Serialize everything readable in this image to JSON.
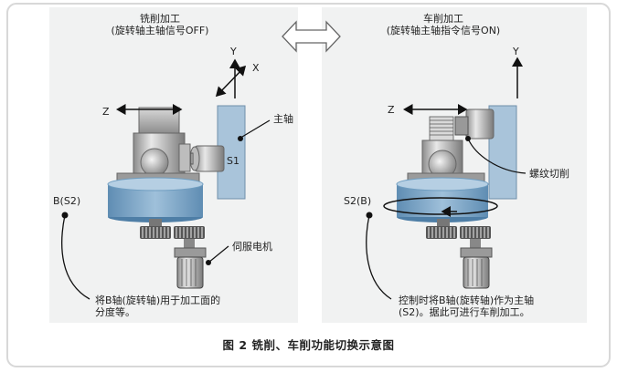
{
  "left_panel": {
    "title_line1": "铣削加工",
    "title_line2": "(旋转轴主轴信号OFF)",
    "axis_y": "Y",
    "axis_x": "X",
    "axis_z": "Z",
    "spindle_label": "主轴",
    "s1_label": "S1",
    "b_label": "B(S2)",
    "servo_label": "伺服电机",
    "note_line1": "将B轴(旋转轴)用于加工面的",
    "note_line2": "分度等。"
  },
  "right_panel": {
    "title_line1": "车削加工",
    "title_line2": "(旋转轴主轴指令信号ON)",
    "axis_y": "Y",
    "axis_z": "Z",
    "thread_label": "螺纹切削",
    "s2b_label": "S2(B)",
    "note_line1": "控制时将B轴(旋转轴)作为主轴",
    "note_line2": "(S2)。据此可进行车削加工。"
  },
  "caption": "图 2 铣削、车削功能切换示意图",
  "colors": {
    "panel_bg": "#f1f2f2",
    "spindle_blue": "#a9c4da",
    "table_blue": "#6f9dc0"
  }
}
